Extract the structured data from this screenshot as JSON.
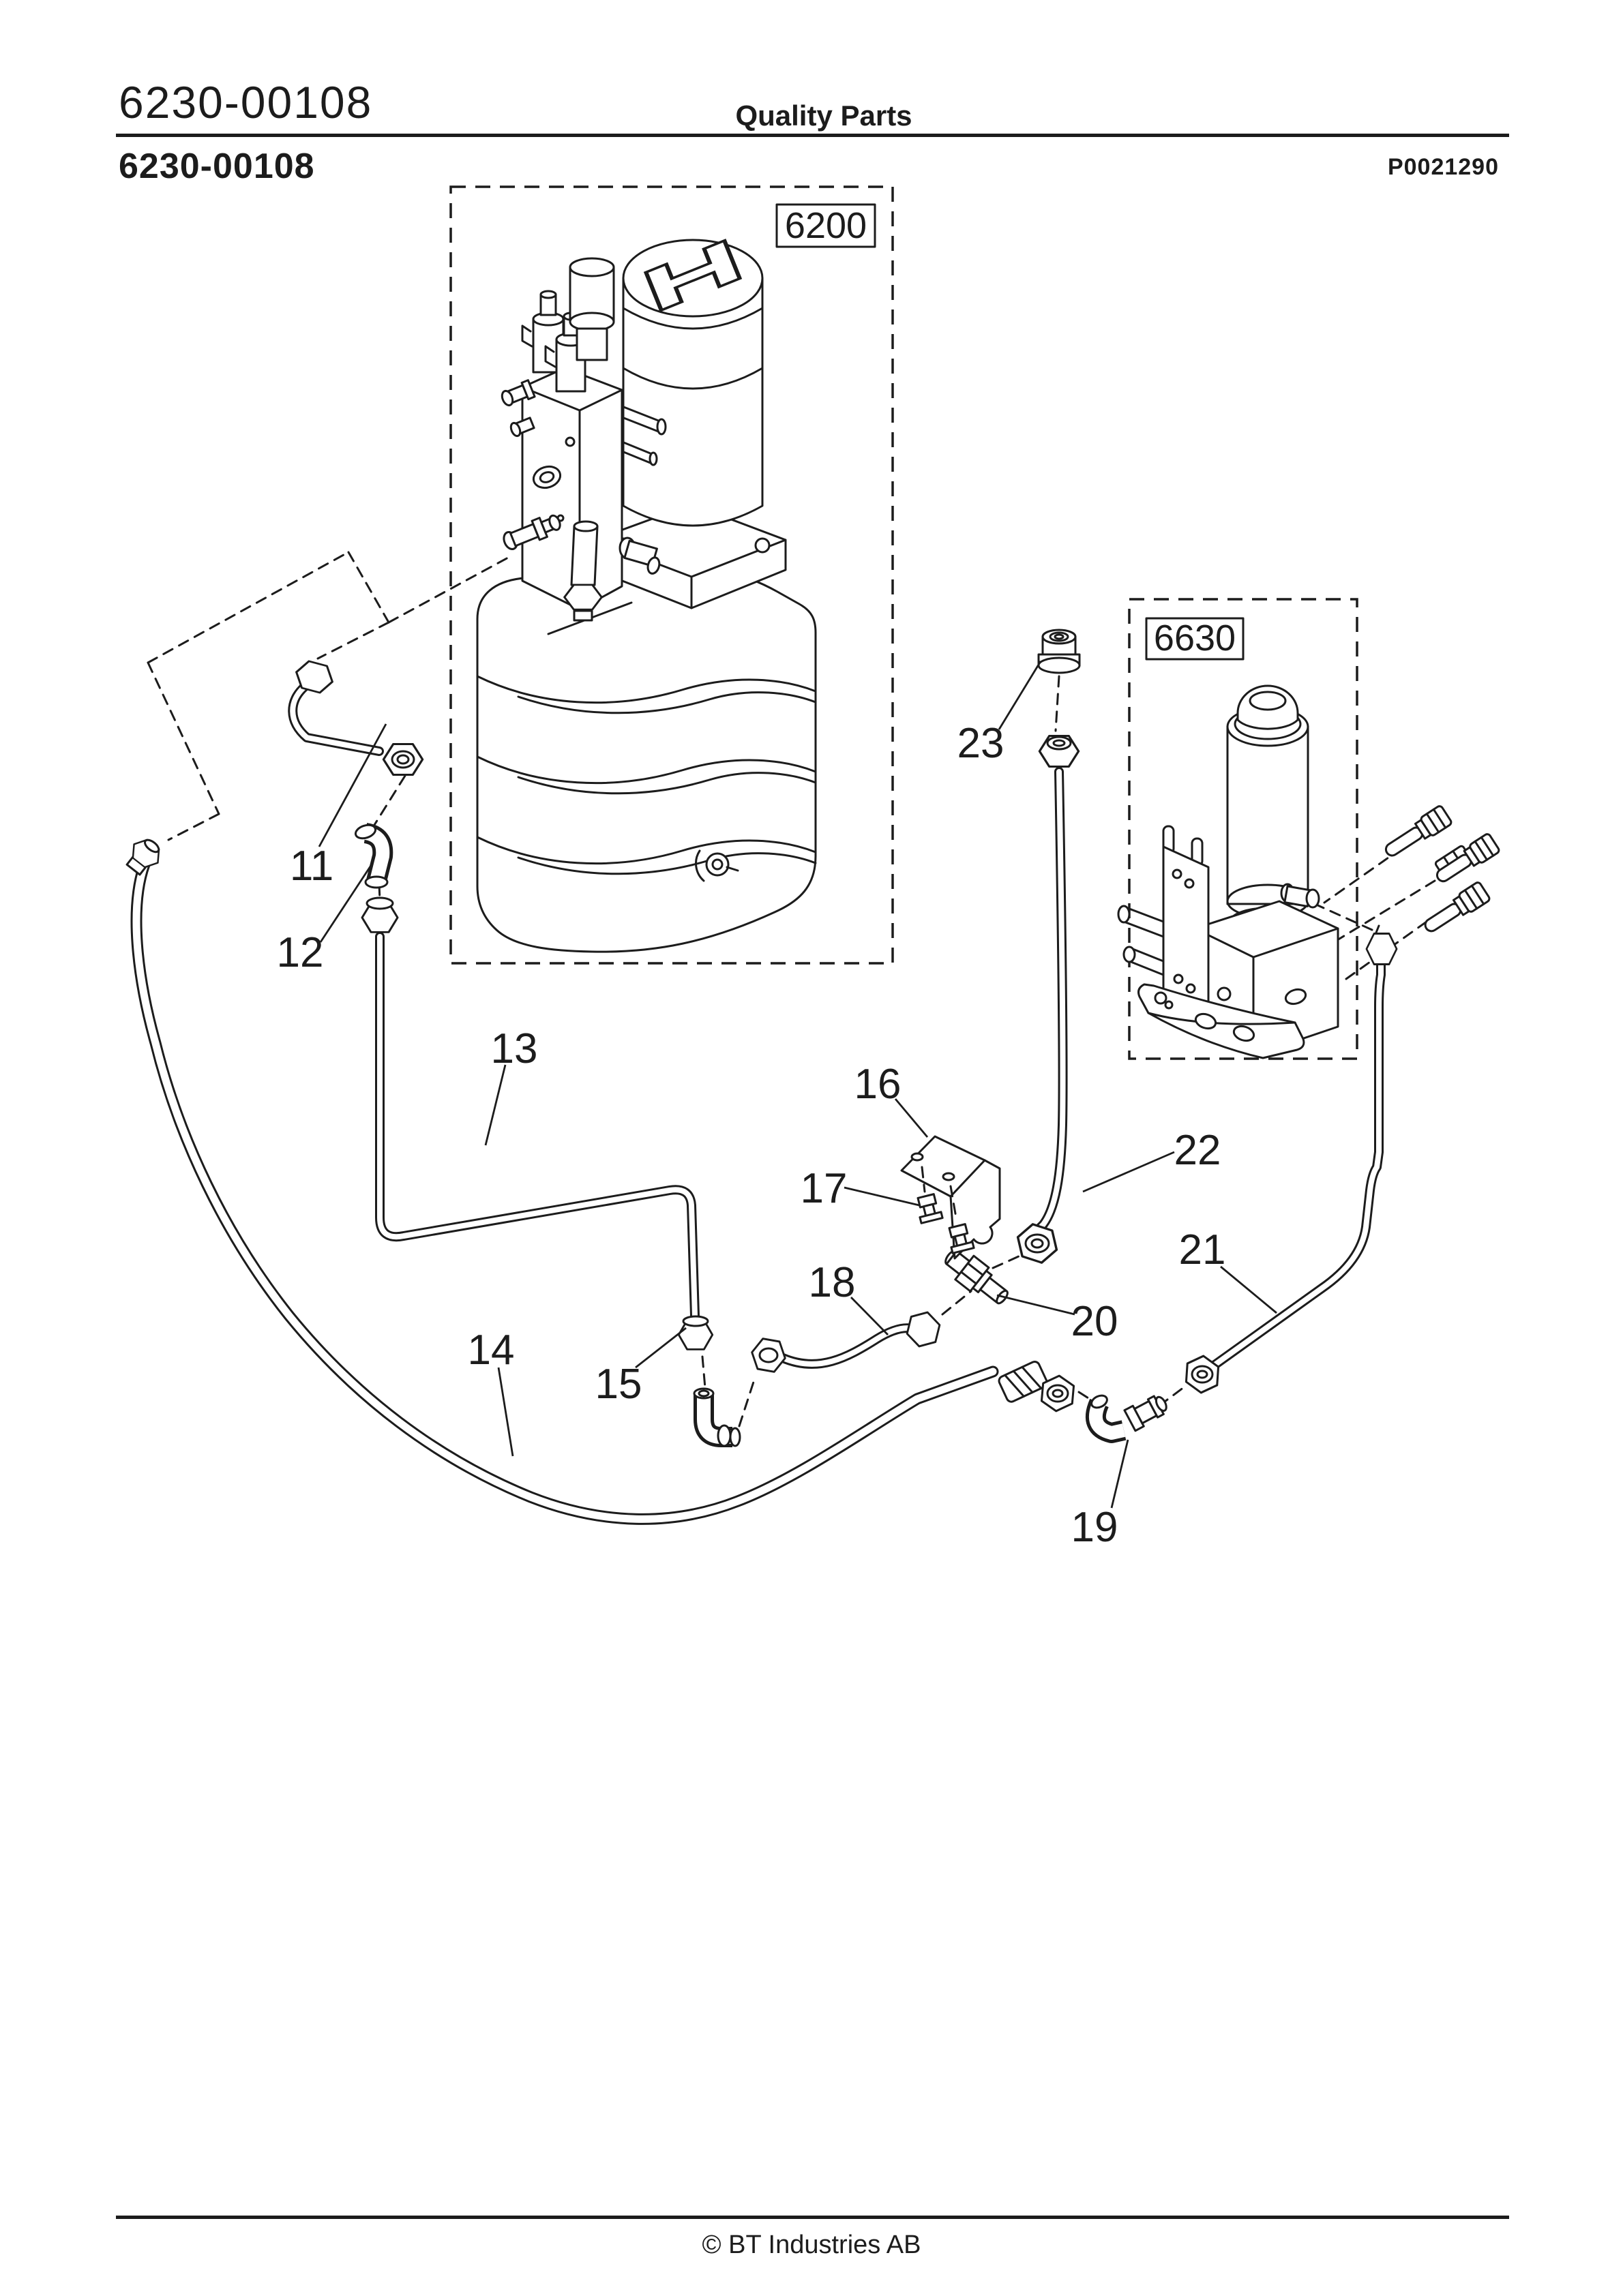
{
  "header": {
    "part_number": "6230-00108",
    "title": "Quality Parts",
    "section_heading": "6230-00108",
    "doc_code": "P0021290"
  },
  "footer": {
    "copyright": "© BT Industries AB"
  },
  "diagram": {
    "assembly_boxes": [
      {
        "id": "6200"
      },
      {
        "id": "6630"
      }
    ],
    "callouts": [
      {
        "label": "11"
      },
      {
        "label": "12"
      },
      {
        "label": "13"
      },
      {
        "label": "14"
      },
      {
        "label": "15"
      },
      {
        "label": "16"
      },
      {
        "label": "17"
      },
      {
        "label": "18"
      },
      {
        "label": "19"
      },
      {
        "label": "20"
      },
      {
        "label": "21"
      },
      {
        "label": "22"
      },
      {
        "label": "23"
      }
    ]
  }
}
